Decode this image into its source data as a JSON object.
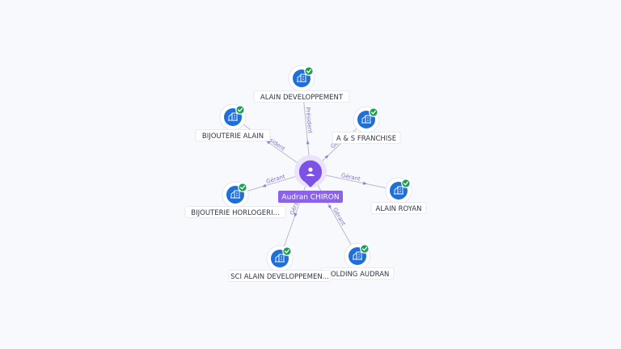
{
  "person": {
    "name": "Audran CHIRON",
    "icon": "person-icon"
  },
  "companies": [
    {
      "id": "alain-developpement",
      "label": "ALAIN DEVELOPPEMENT",
      "relation": "Président",
      "status_icon": "check-icon"
    },
    {
      "id": "a-s-franchise",
      "label": "A & S FRANCHISE",
      "relation": "Gérant",
      "status_icon": "check-icon"
    },
    {
      "id": "alain-royan",
      "label": "ALAIN ROYAN",
      "relation": "Gérant",
      "status_icon": "check-icon"
    },
    {
      "id": "holding-audran",
      "label": "HOLDING AUDRAN",
      "relation": "Gérant",
      "status_icon": "check-icon"
    },
    {
      "id": "sci-alain-developpement",
      "label": "SCI ALAIN DEVELOPPEMEN...",
      "relation": "Gérant",
      "status_icon": "check-icon"
    },
    {
      "id": "bijouterie-horlogerie",
      "label": "BIJOUTERIE HORLOGERI...",
      "relation": "Gérant",
      "status_icon": "check-icon"
    },
    {
      "id": "bijouterie-alain",
      "label": "BIJOUTERIE ALAIN",
      "relation": "Président",
      "status_icon": "check-icon"
    }
  ],
  "colors": {
    "company_node": "#1f6fd9",
    "check_badge": "#1f9d55",
    "person_pin": "#7c52e6",
    "person_label": "#8b63ea",
    "edge_label": "#7b72c9"
  }
}
